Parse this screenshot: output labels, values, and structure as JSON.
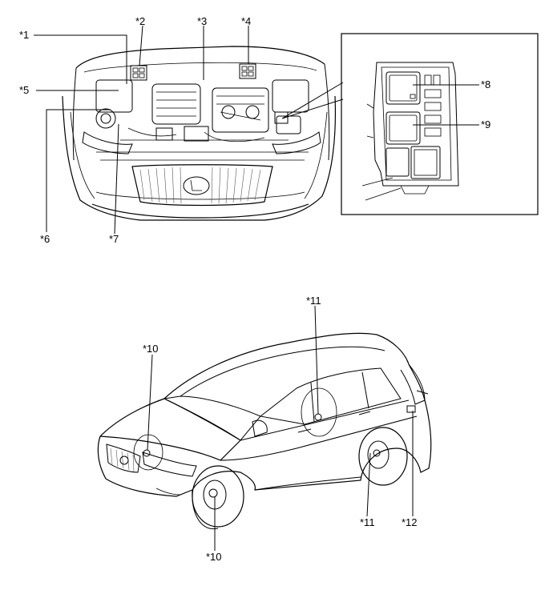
{
  "callouts": {
    "c1": "*1",
    "c2": "*2",
    "c3": "*3",
    "c4": "*4",
    "c5": "*5",
    "c6": "*6",
    "c7": "*7",
    "c8": "*8",
    "c9": "*9",
    "c10a": "*10",
    "c10b": "*10",
    "c11a": "*11",
    "c11b": "*11",
    "c12": "*12"
  }
}
